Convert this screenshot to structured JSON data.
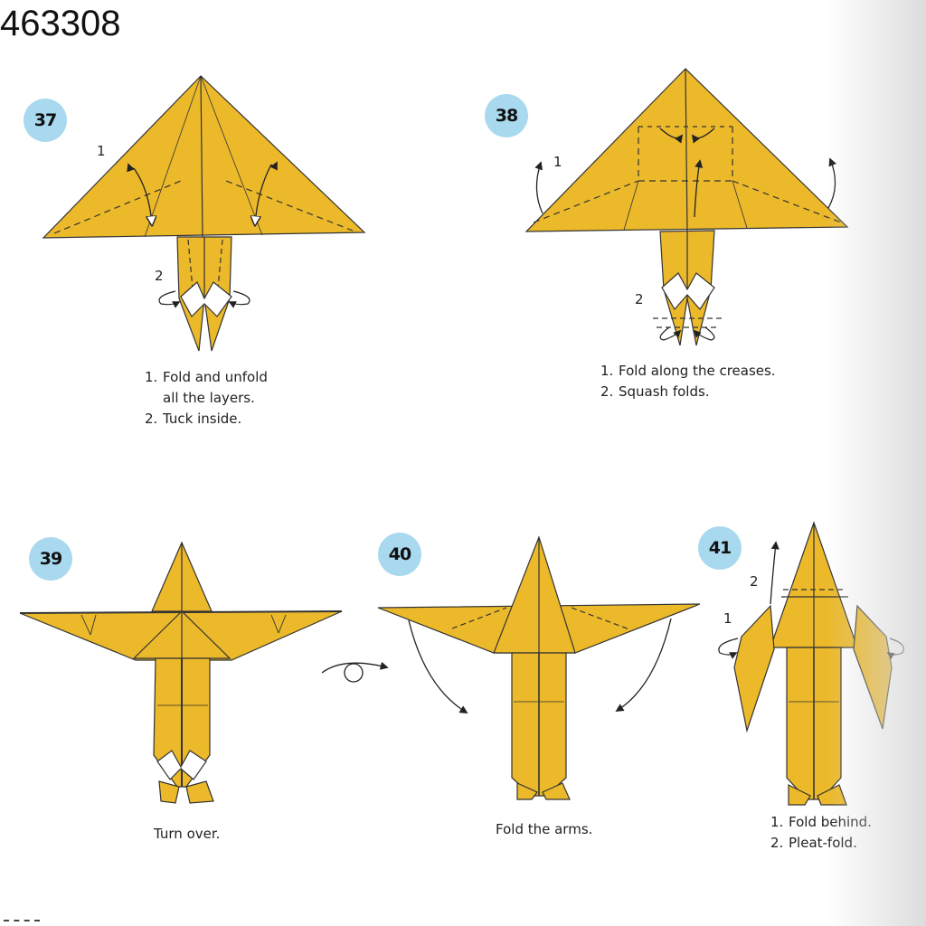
{
  "image_id": "463308",
  "colors": {
    "paper": "#ecb92a",
    "paper_dark": "#c9961a",
    "badge": "#a9d9ef"
  },
  "steps": [
    {
      "number": "37",
      "callouts": [
        "1",
        "2"
      ],
      "instructions": [
        "Fold and unfold",
        "all the layers.",
        "Tuck inside."
      ]
    },
    {
      "number": "38",
      "callouts": [
        "1",
        "2"
      ],
      "instructions": [
        "Fold along the creases.",
        "Squash folds."
      ]
    },
    {
      "number": "39",
      "instructions": [
        "Turn over."
      ]
    },
    {
      "number": "40",
      "instructions": [
        "Fold the arms."
      ]
    },
    {
      "number": "41",
      "callouts": [
        "2",
        "1"
      ],
      "instructions": [
        "Fold behind.",
        "Pleat-fold."
      ]
    }
  ],
  "list_numbers": [
    "1.",
    "2."
  ]
}
